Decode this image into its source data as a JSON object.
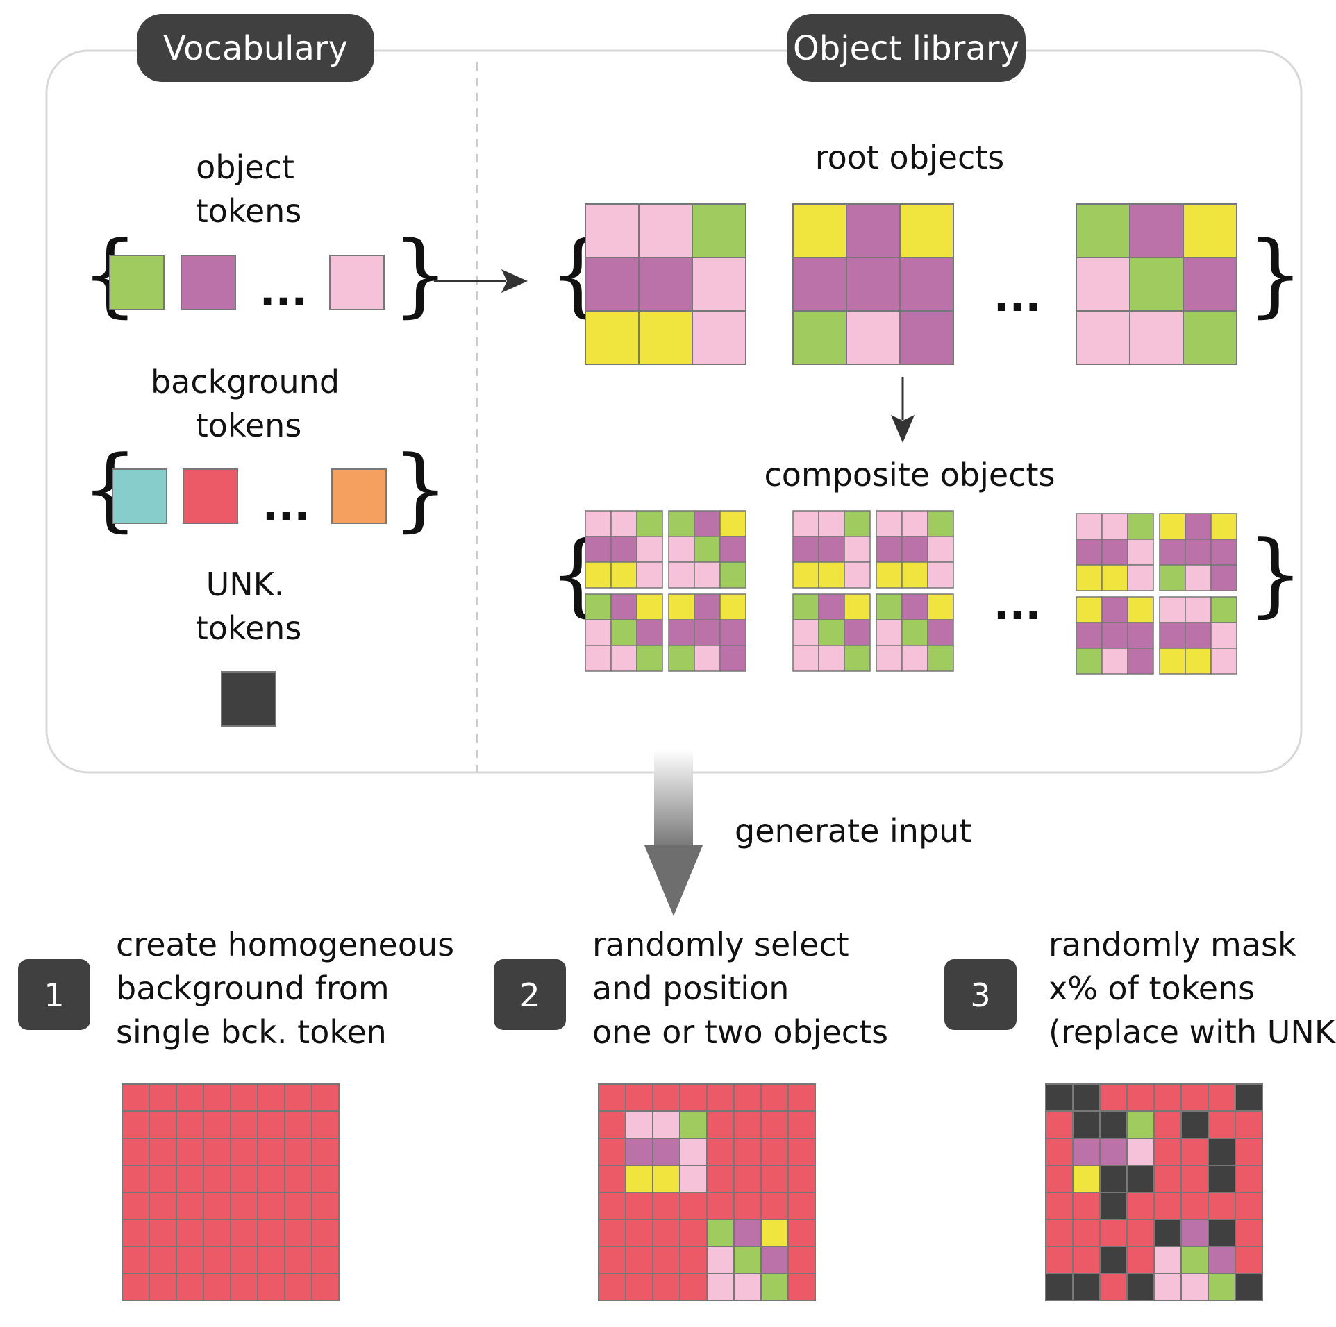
{
  "colors": {
    "green": "#9fcb5f",
    "purple": "#bb72a8",
    "pink": "#f6c2d9",
    "yellow": "#efe53e",
    "teal": "#86cdcc",
    "red": "#ec5a67",
    "orange": "#f5a05f",
    "unk": "#404040",
    "cell_border": "#777777",
    "pill": "#404040",
    "panel_border": "#d8d8d8"
  },
  "vocabulary": {
    "title": "Vocabulary",
    "object_tokens_label": [
      "object",
      "tokens"
    ],
    "background_tokens_label": [
      "background",
      "tokens"
    ],
    "unk_tokens_label": [
      "UNK.",
      "tokens"
    ],
    "object_tokens": [
      "green",
      "purple",
      "pink"
    ],
    "background_tokens": [
      "teal",
      "red",
      "orange"
    ],
    "unk_token": "unk",
    "ellipsis": "..."
  },
  "object_library": {
    "title": "Object library",
    "root_label": "root objects",
    "composite_label": "composite objects",
    "ellipsis": "...",
    "root_objects": [
      [
        [
          "pink",
          "pink",
          "green"
        ],
        [
          "purple",
          "purple",
          "pink"
        ],
        [
          "yellow",
          "yellow",
          "pink"
        ]
      ],
      [
        [
          "yellow",
          "purple",
          "yellow"
        ],
        [
          "purple",
          "purple",
          "purple"
        ],
        [
          "green",
          "pink",
          "purple"
        ]
      ],
      [
        [
          "green",
          "purple",
          "yellow"
        ],
        [
          "pink",
          "green",
          "purple"
        ],
        [
          "pink",
          "pink",
          "green"
        ]
      ]
    ],
    "composite_objects": [
      [
        [
          [
            "pink",
            "pink",
            "green"
          ],
          [
            "purple",
            "purple",
            "pink"
          ],
          [
            "yellow",
            "yellow",
            "pink"
          ]
        ],
        [
          [
            "green",
            "purple",
            "yellow"
          ],
          [
            "pink",
            "green",
            "purple"
          ],
          [
            "pink",
            "pink",
            "green"
          ]
        ],
        [
          [
            "green",
            "purple",
            "yellow"
          ],
          [
            "pink",
            "green",
            "purple"
          ],
          [
            "pink",
            "pink",
            "green"
          ]
        ],
        [
          [
            "yellow",
            "purple",
            "yellow"
          ],
          [
            "purple",
            "purple",
            "purple"
          ],
          [
            "green",
            "pink",
            "purple"
          ]
        ]
      ],
      [
        [
          [
            "pink",
            "pink",
            "green"
          ],
          [
            "purple",
            "purple",
            "pink"
          ],
          [
            "yellow",
            "yellow",
            "pink"
          ]
        ],
        [
          [
            "pink",
            "pink",
            "green"
          ],
          [
            "purple",
            "purple",
            "pink"
          ],
          [
            "yellow",
            "yellow",
            "pink"
          ]
        ],
        [
          [
            "green",
            "purple",
            "yellow"
          ],
          [
            "pink",
            "green",
            "purple"
          ],
          [
            "pink",
            "pink",
            "green"
          ]
        ],
        [
          [
            "green",
            "purple",
            "yellow"
          ],
          [
            "pink",
            "green",
            "purple"
          ],
          [
            "pink",
            "pink",
            "green"
          ]
        ]
      ],
      [
        [
          [
            "pink",
            "pink",
            "green"
          ],
          [
            "purple",
            "purple",
            "pink"
          ],
          [
            "yellow",
            "yellow",
            "pink"
          ]
        ],
        [
          [
            "yellow",
            "purple",
            "yellow"
          ],
          [
            "purple",
            "purple",
            "purple"
          ],
          [
            "green",
            "pink",
            "purple"
          ]
        ],
        [
          [
            "yellow",
            "purple",
            "yellow"
          ],
          [
            "purple",
            "purple",
            "purple"
          ],
          [
            "green",
            "pink",
            "purple"
          ]
        ],
        [
          [
            "pink",
            "pink",
            "green"
          ],
          [
            "purple",
            "purple",
            "pink"
          ],
          [
            "yellow",
            "yellow",
            "pink"
          ]
        ]
      ]
    ]
  },
  "generate_label": "generate input",
  "steps": [
    {
      "number": "1",
      "lines": [
        "create homogeneous",
        "background from",
        "single bck. token"
      ]
    },
    {
      "number": "2",
      "lines": [
        "randomly select",
        "and position",
        "one or two objects"
      ]
    },
    {
      "number": "3",
      "lines": [
        "randomly mask",
        "x% of tokens",
        "(replace with UNK)"
      ]
    }
  ],
  "grids": [
    [
      "RRRRRRRR",
      "RRRRRRRR",
      "RRRRRRRR",
      "RRRRRRRR",
      "RRRRRRRR",
      "RRRRRRRR",
      "RRRRRRRR",
      "RRRRRRRR"
    ],
    [
      "RRRRRRRR",
      "RKKGRRRR",
      "RPPKRRRR",
      "RYYKRRRR",
      "RRRRRRRR",
      "RRRRGPYR",
      "RRRRKGPR",
      "RRRRKKGR"
    ],
    [
      "UURRRRRU",
      "RUUGRURR",
      "RPPKRRUR",
      "RYUURRUR",
      "RRURRRRR",
      "RRRRUPUR",
      "RRURKGPR",
      "UURUKKGU"
    ]
  ]
}
